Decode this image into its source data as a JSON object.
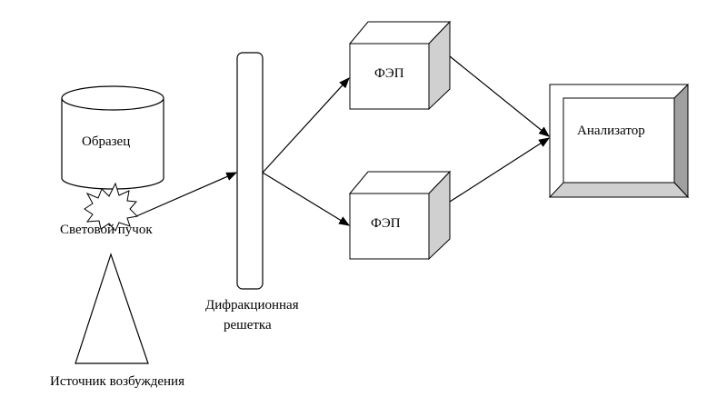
{
  "labels": {
    "sample": "Образец",
    "light_beam": "Световой пучок",
    "excitation_source": "Источник возбуждения",
    "grating_line1": "Дифракционная",
    "grating_line2": "решетка",
    "pmt_top": "ФЭП",
    "pmt_bottom": "ФЭП",
    "analyzer": "Анализатор"
  },
  "colors": {
    "stroke": "#000000",
    "side_face": "#d0d0d0",
    "dark_face": "#a0a0a0"
  }
}
